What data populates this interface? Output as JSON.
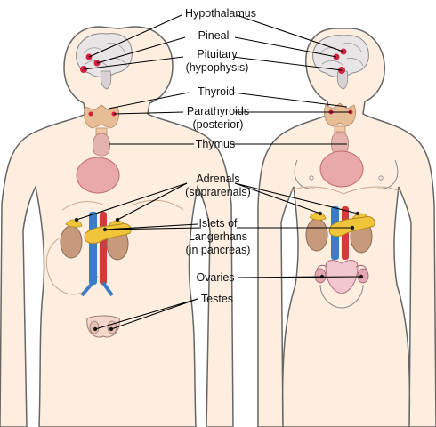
{
  "labels": {
    "hypothalamus": "Hypothalamus",
    "pineal": "Pineal",
    "pituitary_1": "Pituitary",
    "pituitary_2": "(hypophysis)",
    "thyroid": "Thyroid",
    "parathyroids_1": "Parathyroids",
    "parathyroids_2": "(posterior)",
    "thymus": "Thymus",
    "adrenals_1": "Adrenals",
    "adrenals_2": "(suprarenals)",
    "islets_1": "Islets of",
    "islets_2": "Langerhans",
    "islets_3": "(in pancreas)",
    "ovaries": "Ovaries",
    "testes": "Testes"
  },
  "colors": {
    "skin": "#fdeee0",
    "outline": "#666666",
    "brain": "#e9e4e6",
    "gland_red": "#d0213f",
    "heart": "#e8a9a9",
    "kidney": "#c89a7c",
    "pancreas": "#f0c53a",
    "aorta": "#d23b3b",
    "vena_cava": "#3b7cc6",
    "thyroid_tan": "#e7bd95",
    "leader": "#000000"
  }
}
